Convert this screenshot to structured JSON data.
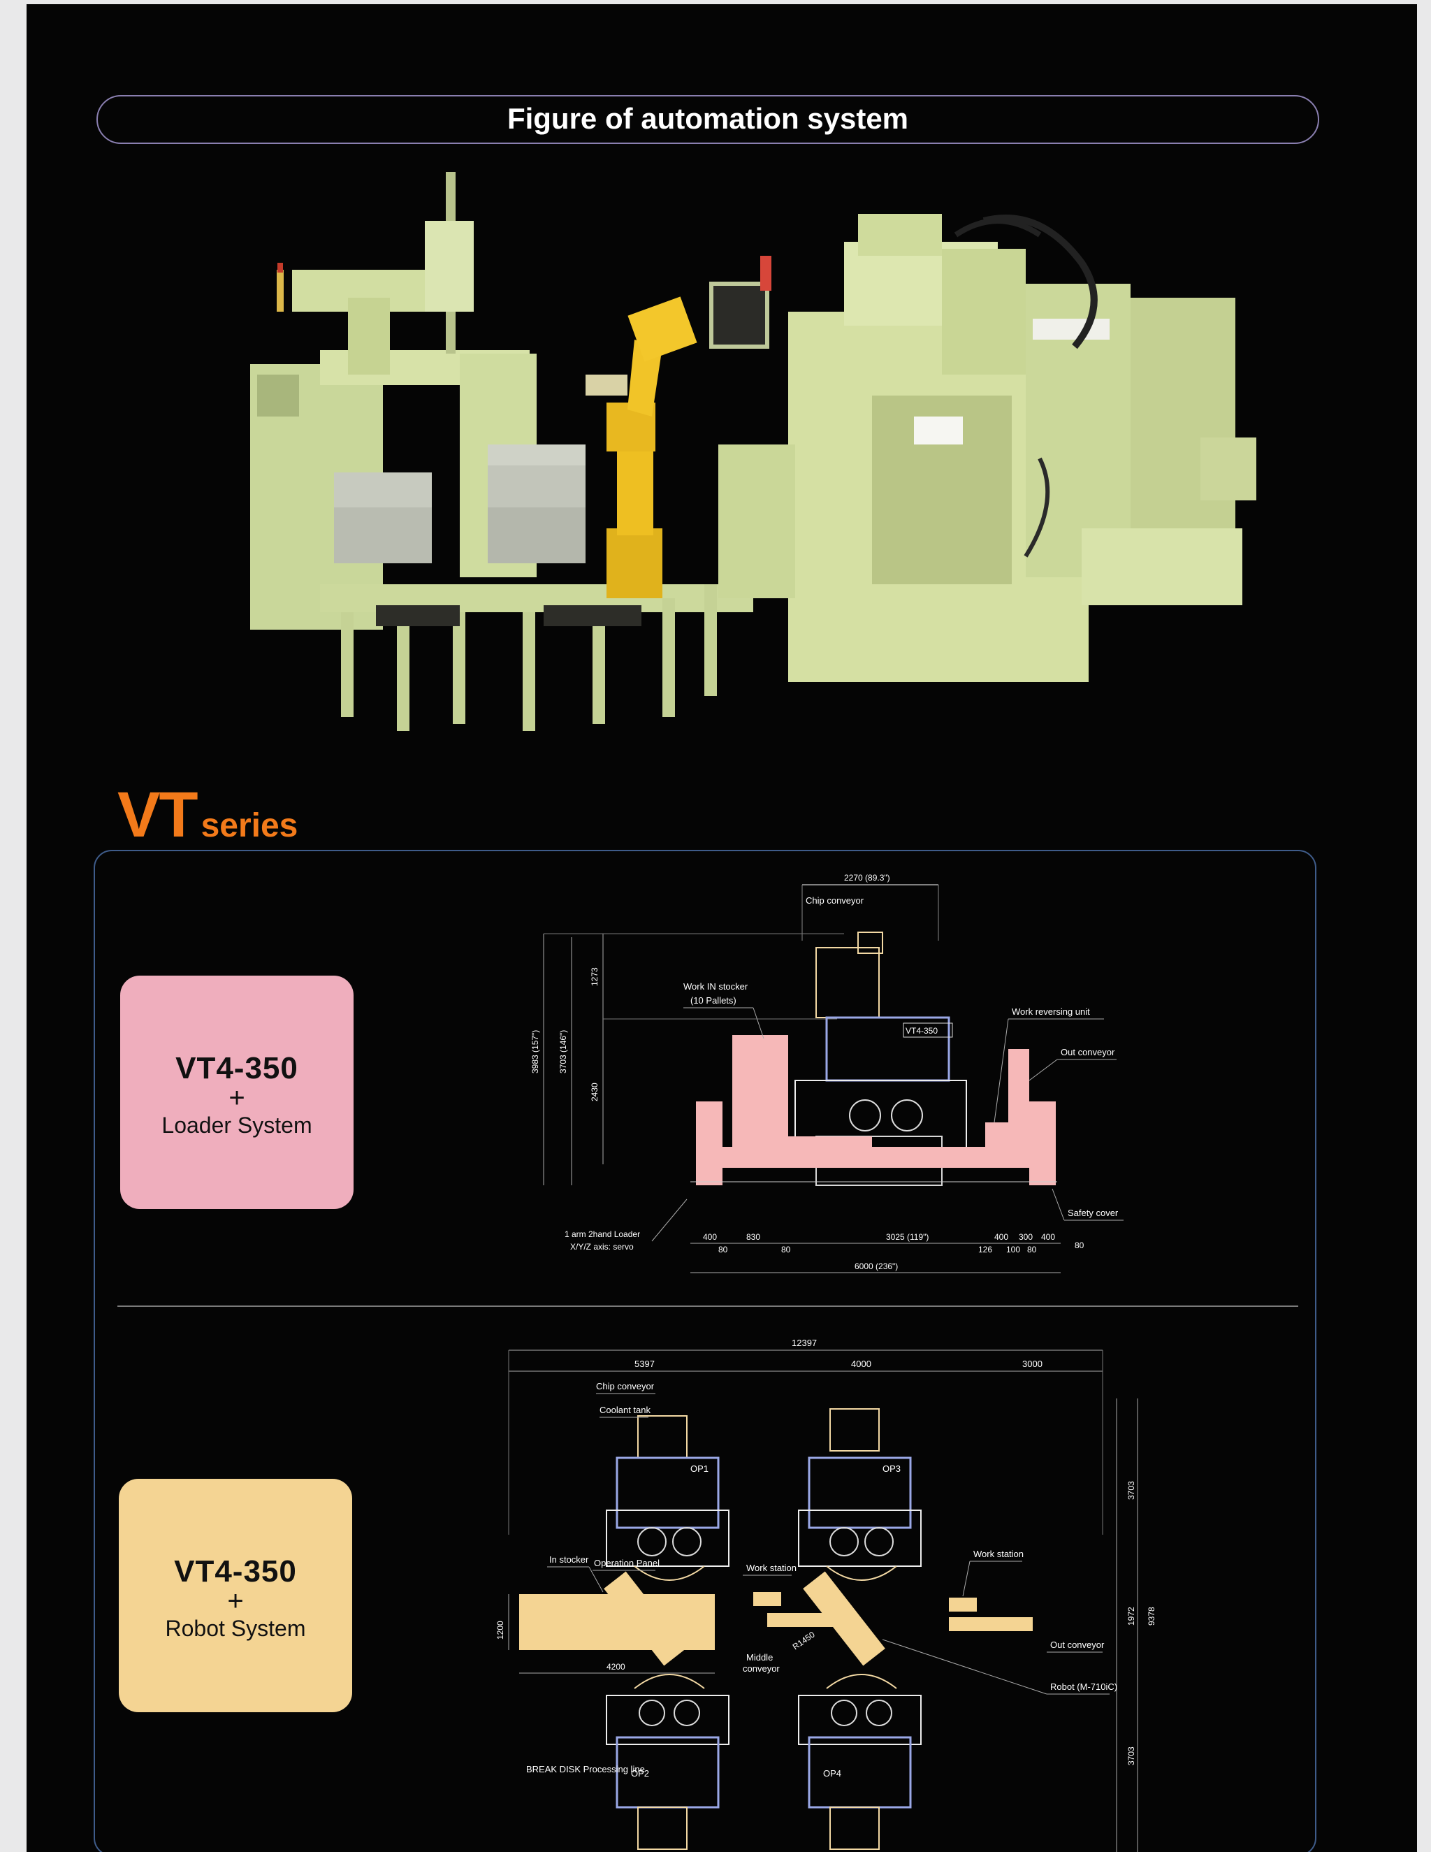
{
  "header": {
    "title": "Figure of automation system"
  },
  "series": {
    "brand": "VT",
    "suffix": "series"
  },
  "systems": [
    {
      "model": "VT4-350",
      "plus": "+",
      "system": "Loader System",
      "color": "#efaebd"
    },
    {
      "model": "VT4-350",
      "plus": "+",
      "system": "Robot System",
      "color": "#f4d493"
    }
  ],
  "loader_drawing": {
    "width_top": "2270 (89.3\")",
    "chip_conveyor": "Chip conveyor",
    "work_in_stocker": "Work IN stocker",
    "pallets": "(10 Pallets)",
    "machine_label": "VT4-350",
    "work_reversing_unit": "Work reversing unit",
    "out_conveyor": "Out conveyor",
    "safety_cover": "Safety cover",
    "loader_note_1": "1 arm 2hand Loader",
    "loader_note_2": "X/Y/Z axis: servo",
    "h_total": "3983 (157\")",
    "h_machine": "3703 (146\")",
    "h_upper": "1273",
    "h_lower": "2430",
    "d_400a": "400",
    "d_830": "830",
    "d_80a": "80",
    "d_80b": "80",
    "d_3025": "3025 (119\")",
    "d_400b": "400",
    "d_300": "300",
    "d_400c": "400",
    "d_126": "126",
    "d_100": "100",
    "d_80c": "80",
    "d_80d": "80",
    "d_6000": "6000 (236\")"
  },
  "robot_drawing": {
    "w_total": "12397",
    "w_1": "5397",
    "w_2": "4000",
    "w_3": "3000",
    "chip_conveyor": "Chip conveyor",
    "coolant_tank": "Coolant tank",
    "op1": "OP1",
    "op2": "OP2",
    "op3": "OP3",
    "op4": "OP4",
    "in_stocker": "In stocker",
    "operation_panel": "Operation Panel",
    "work_station_1": "Work station",
    "work_station_2": "Work station",
    "middle_conveyor_1": "Middle",
    "middle_conveyor_2": "conveyor",
    "radius": "R1450",
    "out_conveyor": "Out conveyor",
    "robot": "Robot (M-710iC)",
    "line_note": "BREAK DISK  Processing line",
    "d_4200": "4200",
    "d_1200": "1200",
    "h_3703a": "3703",
    "h_1972": "1972",
    "h_9378": "9378",
    "h_3703b": "3703"
  }
}
